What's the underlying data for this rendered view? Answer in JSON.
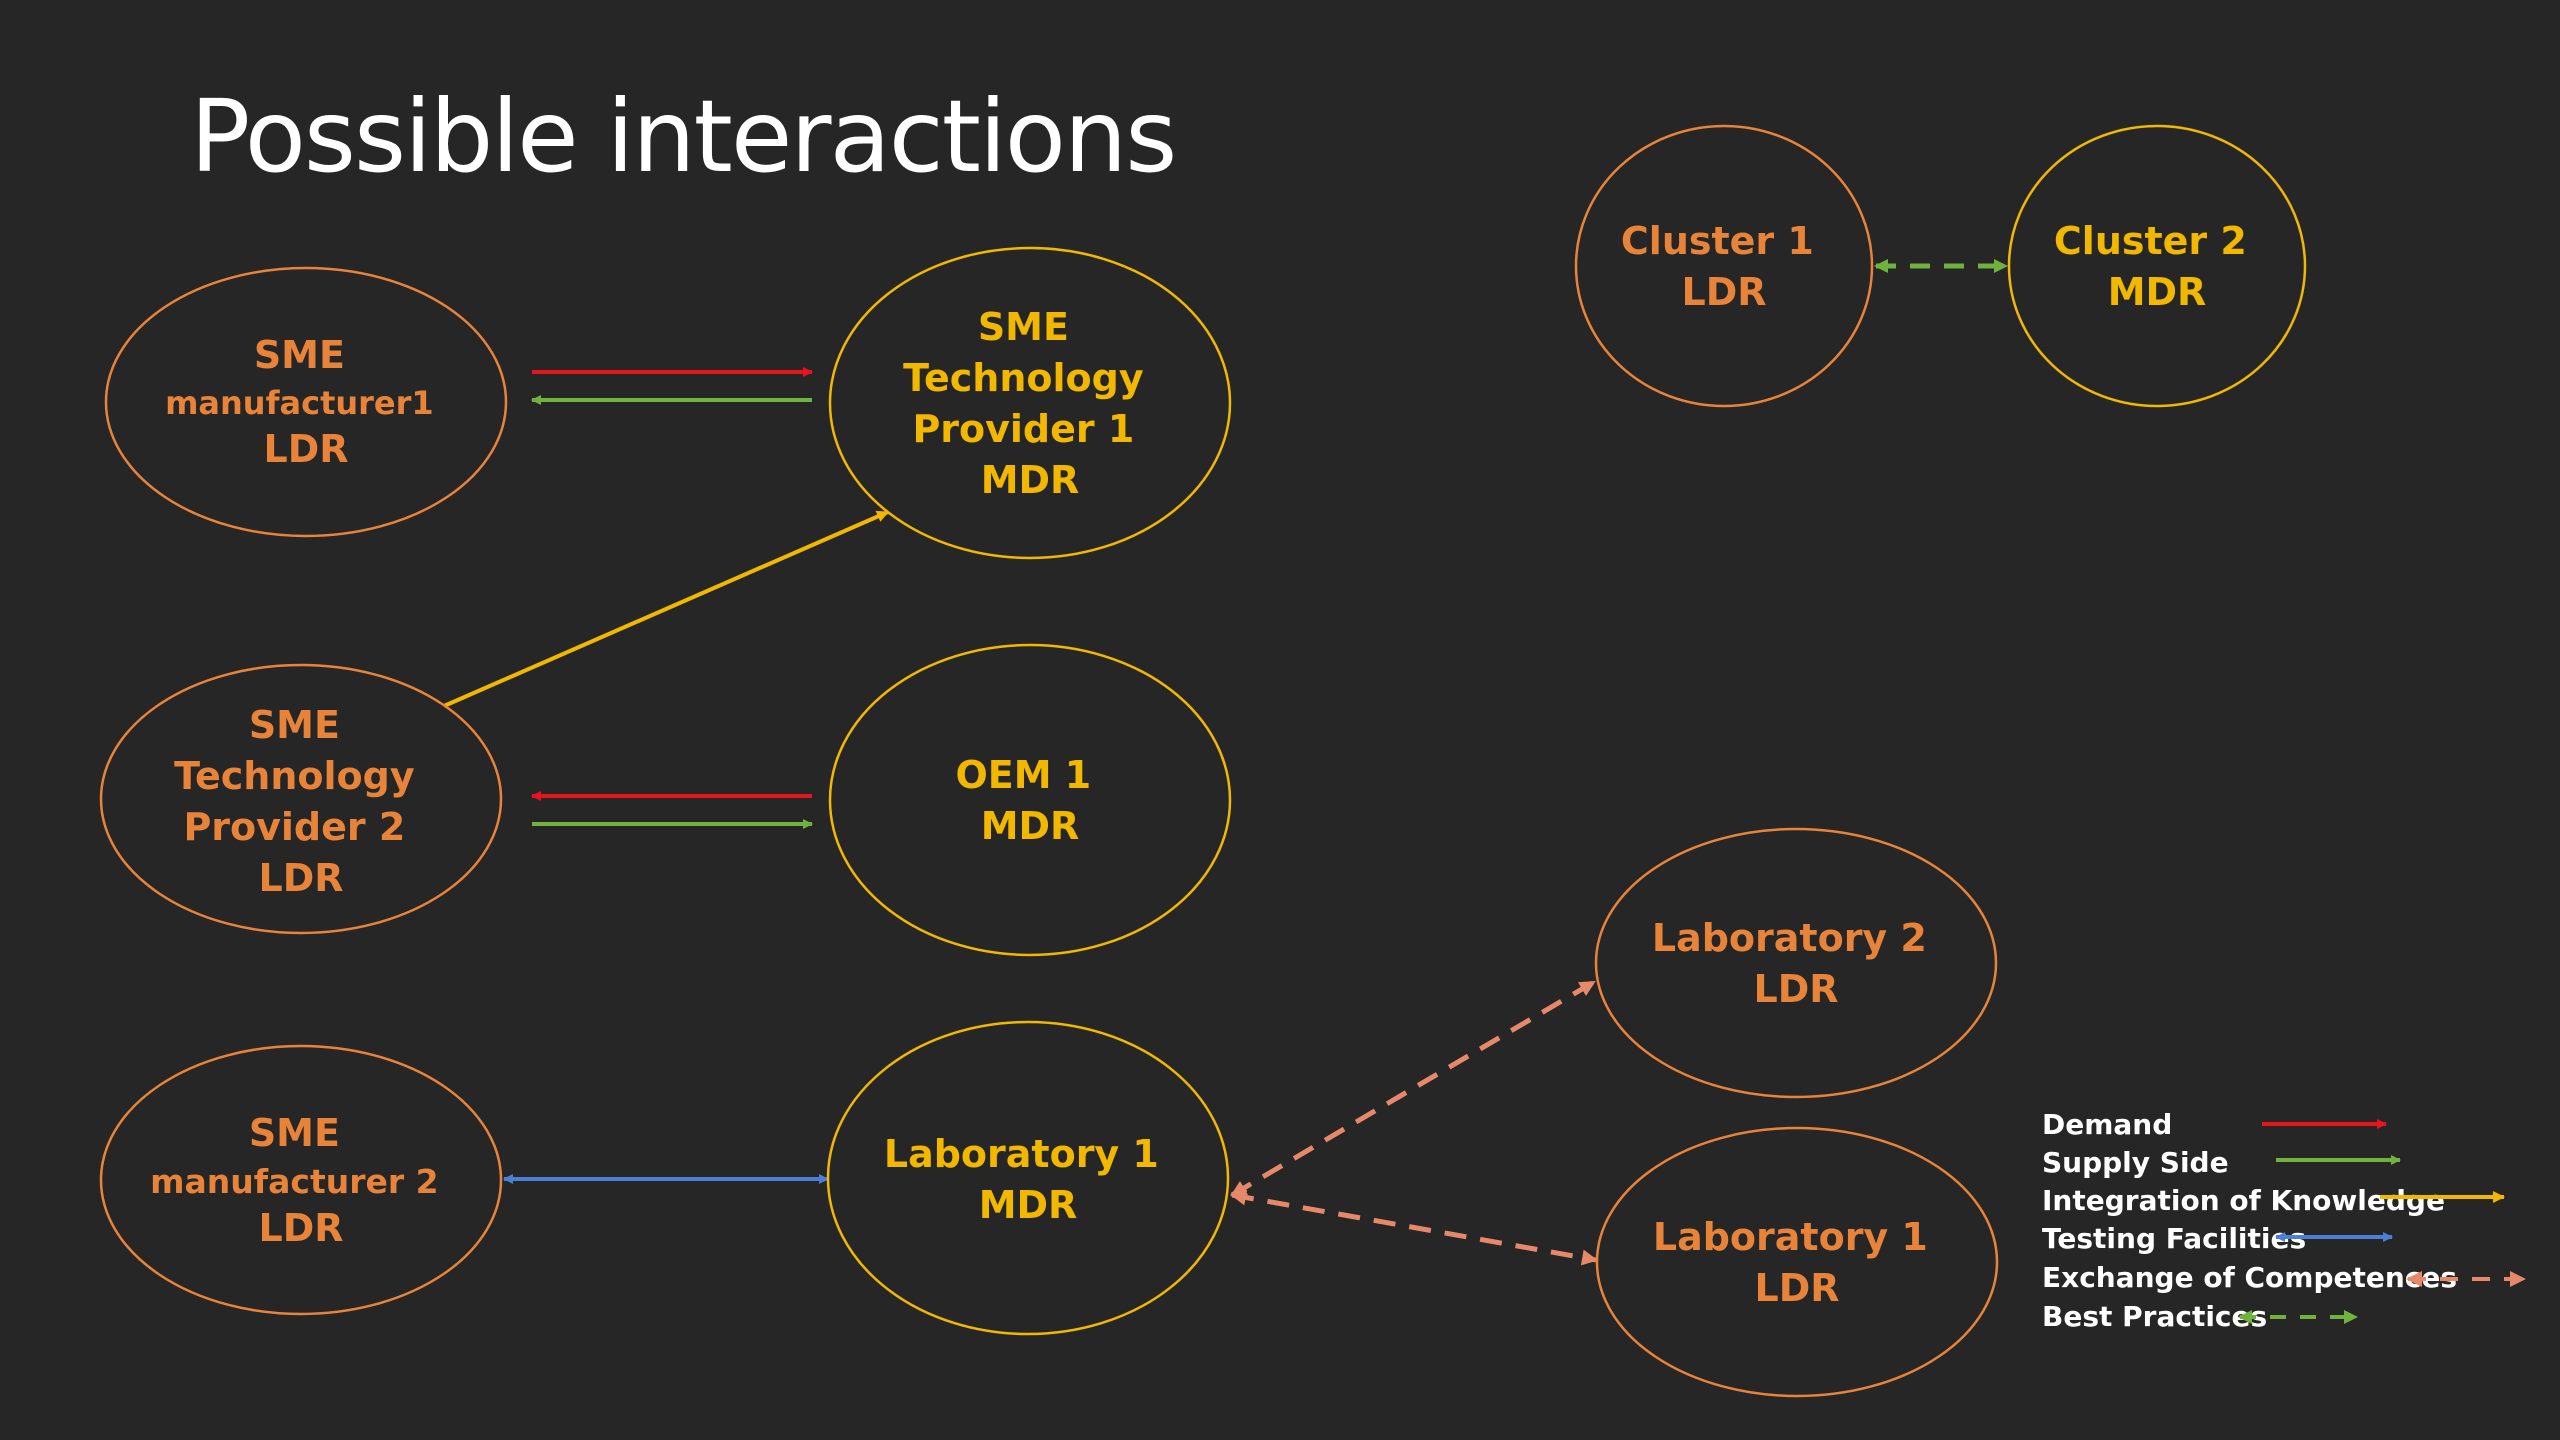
{
  "slide": {
    "title": "Possible interactions"
  },
  "colors": {
    "background": "#262626",
    "ldr_node": "#e8833a",
    "mdr_node": "#f2b800",
    "demand": "#e8141b",
    "supply_side": "#6fb33d",
    "integration_of_knowledge": "#f2b800",
    "testing_facilities": "#4a7fd4",
    "exchange_of_competences": "#e6896a",
    "best_practices": "#6fb33d"
  },
  "nodes": {
    "sme_manufacturer1": {
      "lines": [
        "SME",
        "manufacturer1",
        "LDR"
      ],
      "kind": "LDR"
    },
    "sme_tech_provider1": {
      "lines": [
        "SME",
        "Technology",
        "Provider 1",
        "MDR"
      ],
      "kind": "MDR"
    },
    "sme_tech_provider2": {
      "lines": [
        "SME",
        "Technology",
        "Provider 2",
        "LDR"
      ],
      "kind": "LDR"
    },
    "oem1": {
      "lines": [
        "OEM 1",
        "MDR"
      ],
      "kind": "MDR"
    },
    "sme_manufacturer2": {
      "lines": [
        "SME",
        "manufacturer 2",
        "LDR"
      ],
      "kind": "LDR"
    },
    "laboratory1_mdr": {
      "lines": [
        "Laboratory 1",
        "MDR"
      ],
      "kind": "MDR"
    },
    "laboratory2_ldr": {
      "lines": [
        "Laboratory 2",
        "LDR"
      ],
      "kind": "LDR"
    },
    "laboratory1_ldr": {
      "lines": [
        "Laboratory 1",
        "LDR"
      ],
      "kind": "LDR"
    },
    "cluster1": {
      "lines": [
        "Cluster 1",
        "LDR"
      ],
      "kind": "LDR"
    },
    "cluster2": {
      "lines": [
        "Cluster 2",
        "MDR"
      ],
      "kind": "MDR"
    }
  },
  "legend": {
    "items": [
      {
        "label": "Demand",
        "style": "demand"
      },
      {
        "label": "Supply Side",
        "style": "supply_side"
      },
      {
        "label": "Integration of Knowledge",
        "style": "integration_of_knowledge"
      },
      {
        "label": "Testing Facilities",
        "style": "testing_facilities"
      },
      {
        "label": "Exchange of Competences",
        "style": "exchange_of_competences"
      },
      {
        "label": "Best Practices",
        "style": "best_practices"
      }
    ]
  }
}
